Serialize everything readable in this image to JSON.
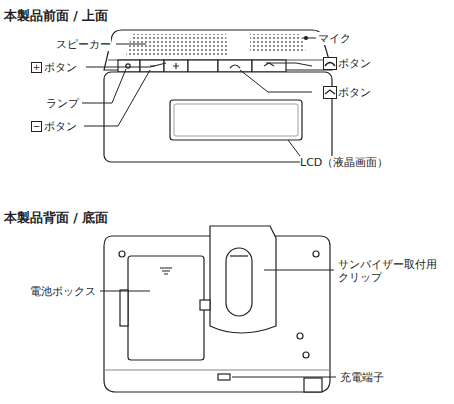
{
  "diagram": {
    "nodes": [
      {
        "text": [
          "+"
        ]
      },
      {
        "text": [
          "−"
        ]
      }
    ],
    "labels": [
      "本製品前面 / 上面",
      "スピーカー",
      "ボタン",
      "ランプ",
      "ボタン",
      "マイク",
      "ボタン",
      "ボタン",
      "LCD（液晶画面）",
      "本製品背面 / 底面",
      "電池ボックス",
      "サンバイザー取付用 クリップ",
      "充電端子"
    ]
  }
}
